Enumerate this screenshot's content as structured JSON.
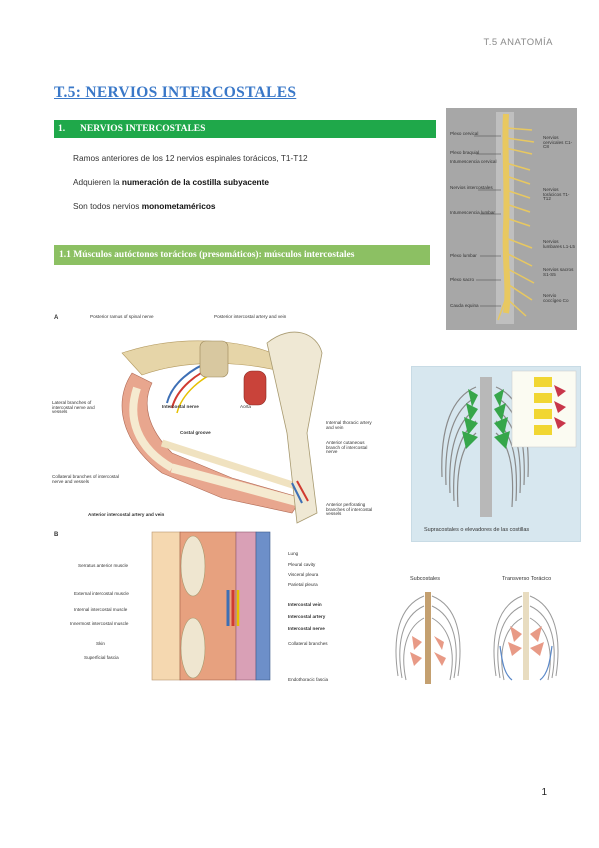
{
  "header": {
    "right_label": "T.5 ANATOMÍA"
  },
  "title": "T.5: NERVIOS INTERCOSTALES",
  "section1": {
    "number": "1.",
    "heading": "NERVIOS INTERCOSTALES",
    "lines": [
      {
        "text": "Ramos anteriores de los 12 nervios espinales torácicos, T1-T12"
      },
      {
        "text_pre": "Adquieren la ",
        "bold": "numeración de la costilla subyacente"
      },
      {
        "text_pre": "Son todos nervios ",
        "bold": "monometaméricos"
      }
    ]
  },
  "subsection": {
    "heading": "1.1 Músculos autóctonos torácicos (presomáticos): músculos intercostales"
  },
  "spine_figure": {
    "left_labels": [
      "Plexo cervical",
      "Plexo braquial",
      "Intumescencia cervical",
      "Nervios intercostales",
      "Intumescencia lumbar",
      "Plexo lumbar",
      "Plexo sacro",
      "Cauda equina"
    ],
    "right_labels": [
      "Nervios cervicales C1-C8",
      "Nervios torácicos T1-T12",
      "Nervios lumbares L1-L5",
      "Nervios sacros S1-S5",
      "Nervio coccígeo Co"
    ]
  },
  "figA": {
    "letter": "A",
    "labels": {
      "posterior_ramus": "Posterior ramus of spinal nerve",
      "posterior_artery": "Posterior intercostal artery and vein",
      "lateral_branches": "Lateral branches of intercostal nerve and vessels",
      "intercostal_nerve": "Intercostal nerve",
      "aorta": "Aorta",
      "costal_groove": "Costal groove",
      "internal_thoracic": "Internal thoracic artery and vein",
      "anterior_cutaneous": "Anterior cutaneous branch of intercostal nerve",
      "collateral": "Collateral branches of intercostal nerve and vessels",
      "anterior_perforating": "Anterior perforating branches of intercostal vessels",
      "anterior_artery": "Anterior intercostal artery and vein"
    }
  },
  "figB": {
    "letter": "B",
    "left_labels": [
      "Serratus anterior muscle",
      "External intercostal muscle",
      "Internal intercostal muscle",
      "Innermost intercostal muscle",
      "Skin",
      "Superficial fascia"
    ],
    "right_labels": [
      "Lung",
      "Pleural cavity",
      "Visceral pleura",
      "Parietal pleura",
      "Intercostal vein",
      "Intercostal artery",
      "Intercostal nerve",
      "Collateral branches"
    ],
    "bottom_label": "Endothoracic fascia"
  },
  "figC": {
    "caption": "Supracostales o elevadores de las costillas"
  },
  "figD": {
    "left_title": "Subcostales",
    "right_title": "Transverso Torácico"
  },
  "page_number": "1",
  "colors": {
    "green_dark": "#1fa84a",
    "green_light": "#8cc063",
    "title_blue": "#3a78c8"
  }
}
